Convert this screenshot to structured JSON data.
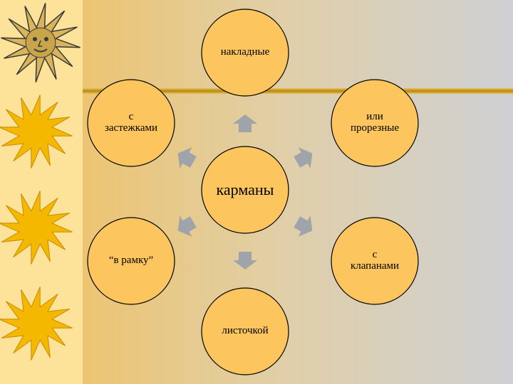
{
  "diagram": {
    "center": {
      "label": "карманы"
    },
    "nodes": [
      {
        "id": "top",
        "label": "накладные"
      },
      {
        "id": "top-right",
        "label": "или\nпрорезные"
      },
      {
        "id": "bottom-right",
        "label": "с\nклапанами"
      },
      {
        "id": "bottom",
        "label": "листочкой"
      },
      {
        "id": "bottom-left",
        "label": "“в рамку”"
      },
      {
        "id": "top-left",
        "label": "с\nзастежками"
      }
    ]
  },
  "colors": {
    "circle_fill": "#fcc55e",
    "circle_stroke": "#000000",
    "arrow_fill": "#9ea4aa",
    "sidebar": "#fde39a",
    "gradient_left": "#f2c05c",
    "gradient_right": "#cfd0d4",
    "gold_line": "#c99a21",
    "sun": "#f4b800",
    "sun_stroke": "#c98a00"
  },
  "icons": [
    "sun-icon"
  ]
}
